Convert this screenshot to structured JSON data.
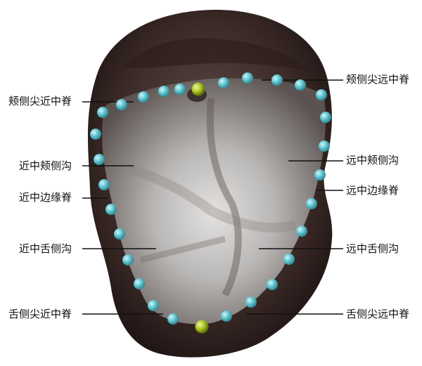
{
  "labels": {
    "left_1": "颊侧尖近中脊",
    "left_2": "近中颊侧沟",
    "left_3": "近中边缘脊",
    "left_4": "近中舌侧沟",
    "left_5": "舌侧尖近中脊",
    "right_1": "颊侧尖远中脊",
    "right_2": "远中颊侧沟",
    "right_3": "远中边缘脊",
    "right_4": "远中舌侧沟",
    "right_5": "舌侧尖远中脊"
  },
  "colors": {
    "marker_cyan": "#5ec3cf",
    "marker_green": "#a6c21e",
    "tooth_dark": "#3b2a27",
    "occlusal_light": "#c9c7c5"
  }
}
